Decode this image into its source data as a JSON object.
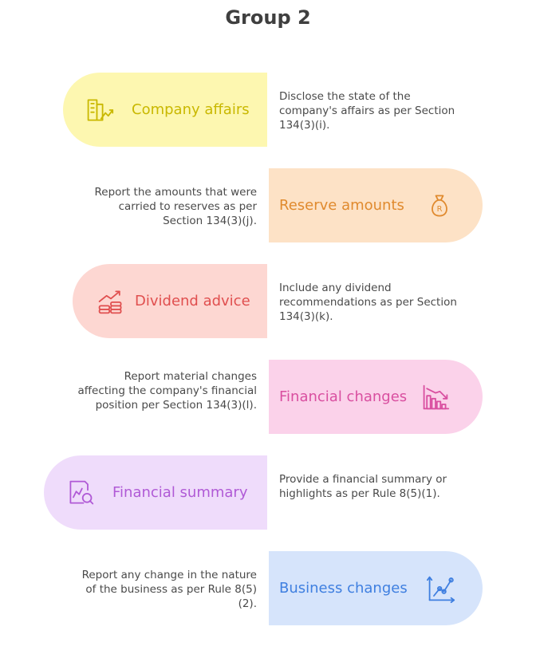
{
  "title": "Group 2",
  "items": [
    {
      "label": "Company affairs",
      "description": "Disclose the state of the company's affairs as per Section 134(3)(i).",
      "color": "#c9b800",
      "bg": "#fdf7b0",
      "icon": "buildings-icon"
    },
    {
      "label": "Reserve amounts",
      "description": "Report the amounts that were carried to reserves as per Section 134(3)(j).",
      "color": "#e08a2e",
      "bg": "#fde2c6",
      "icon": "money-bag-icon"
    },
    {
      "label": "Dividend advice",
      "description": "Include any dividend recommendations as per Section 134(3)(k).",
      "color": "#e04f4f",
      "bg": "#fdd7d2",
      "icon": "coins-growth-icon"
    },
    {
      "label": "Financial changes",
      "description": "Report material changes affecting the company's financial position per Section 134(3)(l).",
      "color": "#d94fa0",
      "bg": "#fbd2ea",
      "icon": "declining-chart-icon"
    },
    {
      "label": "Financial summary",
      "description": "Provide a financial summary or highlights as per Rule 8(5)(1).",
      "color": "#b05ad6",
      "bg": "#efdcfb",
      "icon": "report-search-icon"
    },
    {
      "label": "Business changes",
      "description": "Report any change in the nature of the business as per Rule 8(5)(2).",
      "color": "#3f7fe0",
      "bg": "#d6e4fb",
      "icon": "trend-chart-icon"
    }
  ]
}
